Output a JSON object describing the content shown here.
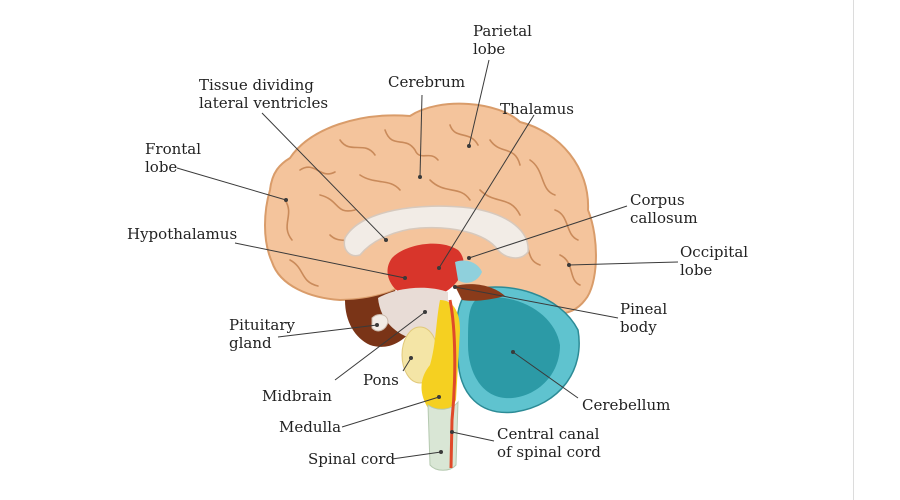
{
  "colors": {
    "cerebrum": "#F4C49C",
    "cerebrum_outline": "#D99C6A",
    "cerebrum_folds": "#C98A5A",
    "thalamus": "#D8352B",
    "corpus_callosum": "#F2ECE6",
    "brainstem_shadow": "#7A3417",
    "midbrain": "#E8DCD6",
    "pons": "#F4E5A6",
    "medulla": "#F5D021",
    "cerebellum": "#2C9AA6",
    "cerebellum_light": "#5FC3CF",
    "spinal_cord": "#D9E6D5",
    "central_canal": "#E04A2A",
    "pineal": "#8FD0DC",
    "label_text": "#222222",
    "leader_line": "#3a3a3a"
  },
  "labels": {
    "parietal_lobe": [
      "Parietal",
      "lobe"
    ],
    "cerebrum": [
      "Cerebrum"
    ],
    "tissue_dividing": [
      "Tissue dividing",
      "lateral ventricles"
    ],
    "thalamus": [
      "Thalamus"
    ],
    "frontal_lobe": [
      "Frontal",
      "lobe"
    ],
    "corpus_callosum": [
      "Corpus",
      "callosum"
    ],
    "hypothalamus": [
      "Hypothalamus"
    ],
    "occipital_lobe": [
      "Occipital",
      "lobe"
    ],
    "pineal_body": [
      "Pineal",
      "body"
    ],
    "pituitary_gland": [
      "Pituitary",
      "gland"
    ],
    "midbrain": [
      "Midbrain"
    ],
    "pons": [
      "Pons"
    ],
    "cerebellum": [
      "Cerebellum"
    ],
    "medulla": [
      "Medulla"
    ],
    "central_canal": [
      "Central canal",
      "of spinal cord"
    ],
    "spinal_cord": [
      "Spinal cord"
    ]
  }
}
